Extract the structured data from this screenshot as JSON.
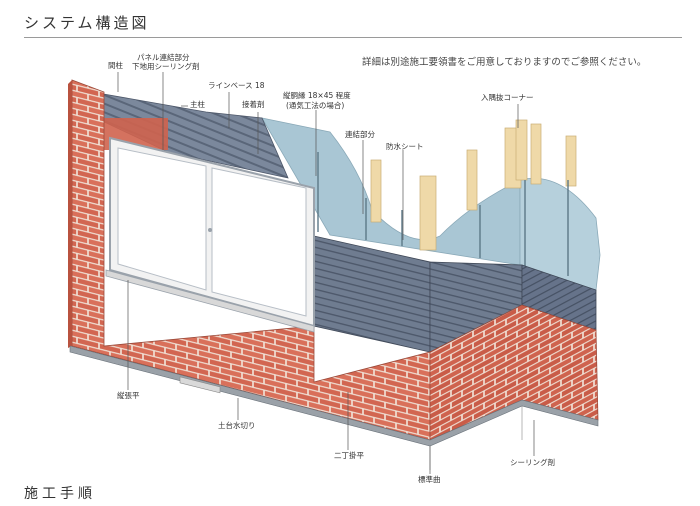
{
  "header": {
    "title": "システム構造図"
  },
  "note": "詳細は別途施工要領書をご用意しておりますのでご参照ください。",
  "footer": {
    "title": "施工手順"
  },
  "labels": {
    "mabashira": "間柱",
    "panel_joint_1": "パネル連結部分",
    "panel_joint_2": "下地用シーリング剤",
    "hashira": "主柱",
    "line_base": "ラインベース 18",
    "setchakuzai": "接着剤",
    "tatedoen_1": "縦胴縁 18×45 程度",
    "tatedoen_2": "(通気工法の場合)",
    "renketsu": "連結部分",
    "bousui": "防水シート",
    "irisumi": "入隅抜コーナー",
    "tatehari": "縦張平",
    "dodai": "土台水切り",
    "nichoukake": "二丁掛平",
    "hyoujunkyoku": "標準曲",
    "sealing": "シーリング剤"
  },
  "colors": {
    "brick": "#d9705a",
    "brick_dark": "#b9523f",
    "mortar": "#f2e6dc",
    "sheet": "#a9c6d4",
    "siding": "#6d7a8e",
    "stud": "#efd9a8",
    "window_frame": "#e8e8e8"
  }
}
